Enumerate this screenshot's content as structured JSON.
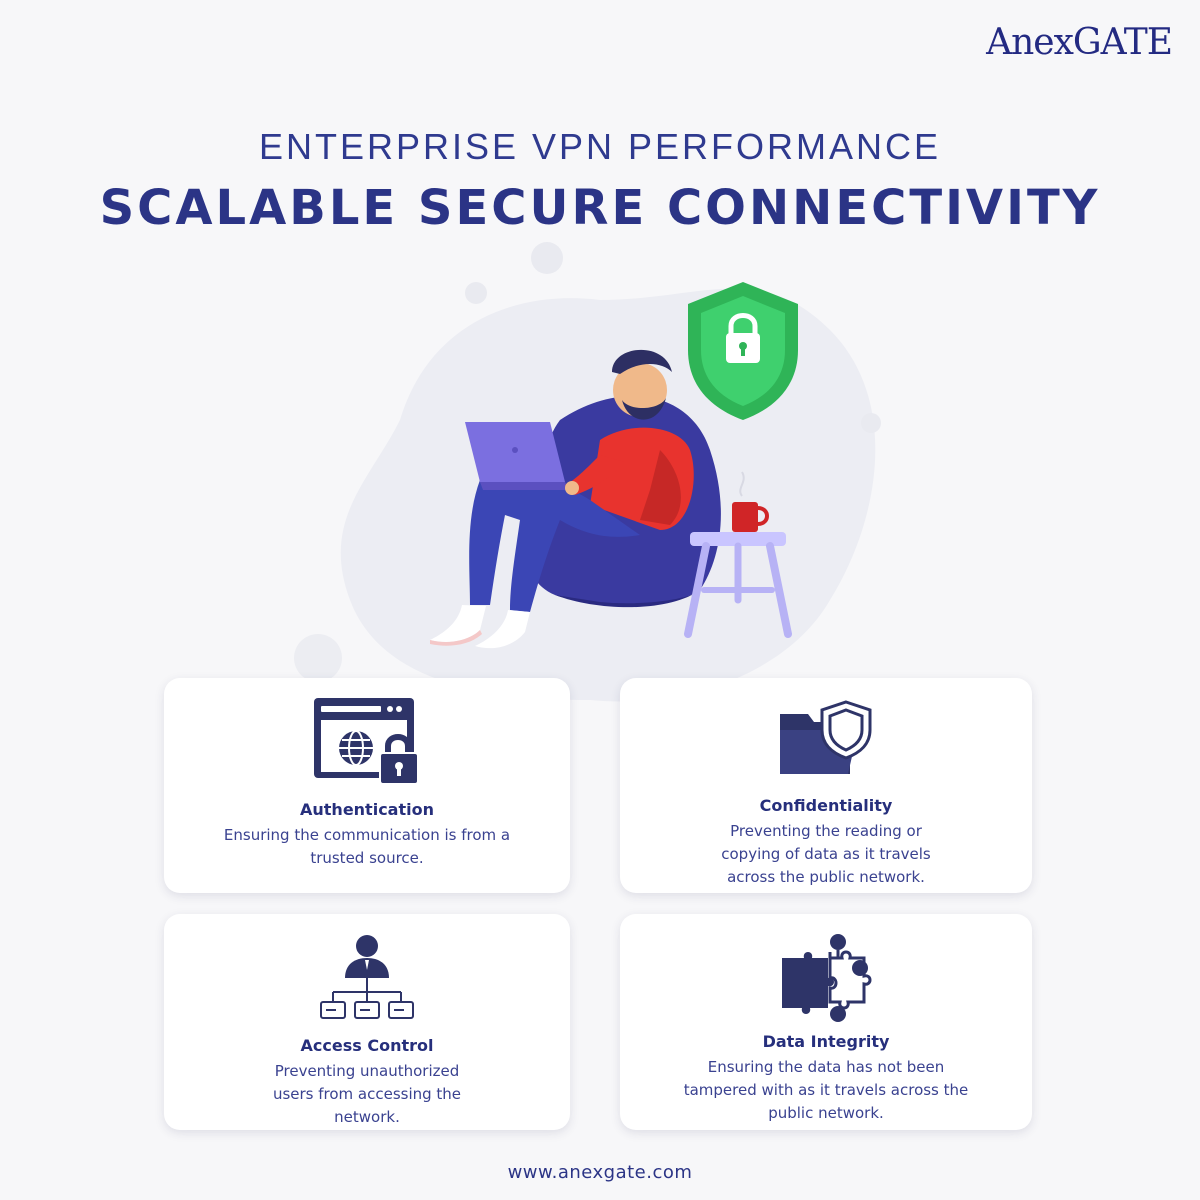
{
  "brand": {
    "logo": "AnexGATE"
  },
  "header": {
    "subtitle": "ENTERPRISE VPN PERFORMANCE",
    "title": "SCALABLE SECURE CONNECTIVITY"
  },
  "cards": [
    {
      "icon": "browser-globe-lock-icon",
      "title": "Authentication",
      "description": "Ensuring the communication is from a trusted source."
    },
    {
      "icon": "folder-shield-icon",
      "title": "Confidentiality",
      "description": "Preventing the reading or copying of data as it travels across the public network."
    },
    {
      "icon": "hierarchy-user-icon",
      "title": "Access Control",
      "description": "Preventing unauthorized users from accessing the network."
    },
    {
      "icon": "puzzle-pieces-icon",
      "title": "Data Integrity",
      "description": "Ensuring the data has not been tampered with as it travels across the public network."
    }
  ],
  "footer": {
    "url": "www.anexgate.com"
  },
  "colors": {
    "primary": "#2b3486",
    "icon": "#2e3468",
    "shield": "#2fb457",
    "shirt": "#e8332e",
    "laptop": "#7b6fe0"
  }
}
